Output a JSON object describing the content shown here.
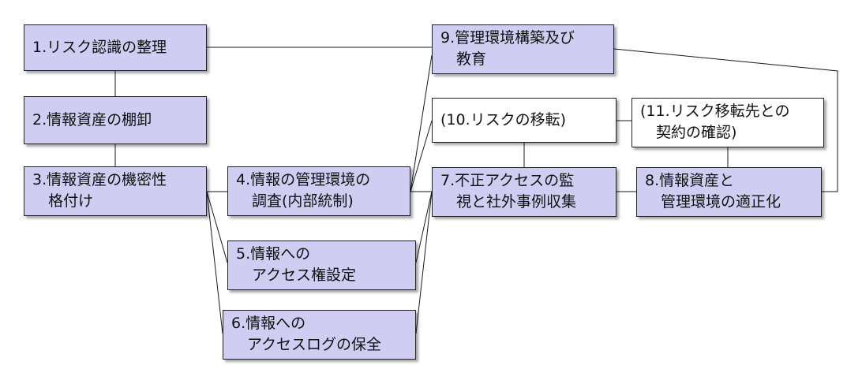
{
  "nodes": {
    "n1": {
      "lines": [
        "1.リスク認識の整理"
      ]
    },
    "n2": {
      "lines": [
        "2.情報資産の棚卸"
      ]
    },
    "n3": {
      "lines": [
        "3.情報資産の機密性",
        "格付け"
      ]
    },
    "n4": {
      "lines": [
        "4.情報の管理環境の",
        "調査(内部統制)"
      ]
    },
    "n5": {
      "lines": [
        "5.情報への",
        "アクセス権設定"
      ]
    },
    "n6": {
      "lines": [
        "6.情報への",
        "アクセスログの保全"
      ]
    },
    "n7": {
      "lines": [
        "7.不正アクセスの監",
        "視と社外事例収集"
      ]
    },
    "n8": {
      "lines": [
        "8.情報資産と",
        "管理環境の適正化"
      ]
    },
    "n9": {
      "lines": [
        "9.管理環境構築及び",
        "教育"
      ]
    },
    "n10": {
      "lines": [
        "(10.リスクの移転)"
      ]
    },
    "n11": {
      "lines": [
        "(11.リスク移転先との",
        "契約の確認)"
      ]
    }
  },
  "colors": {
    "process_fill": "#cfcdf2",
    "optional_fill": "#ffffff",
    "border": "#222222"
  }
}
